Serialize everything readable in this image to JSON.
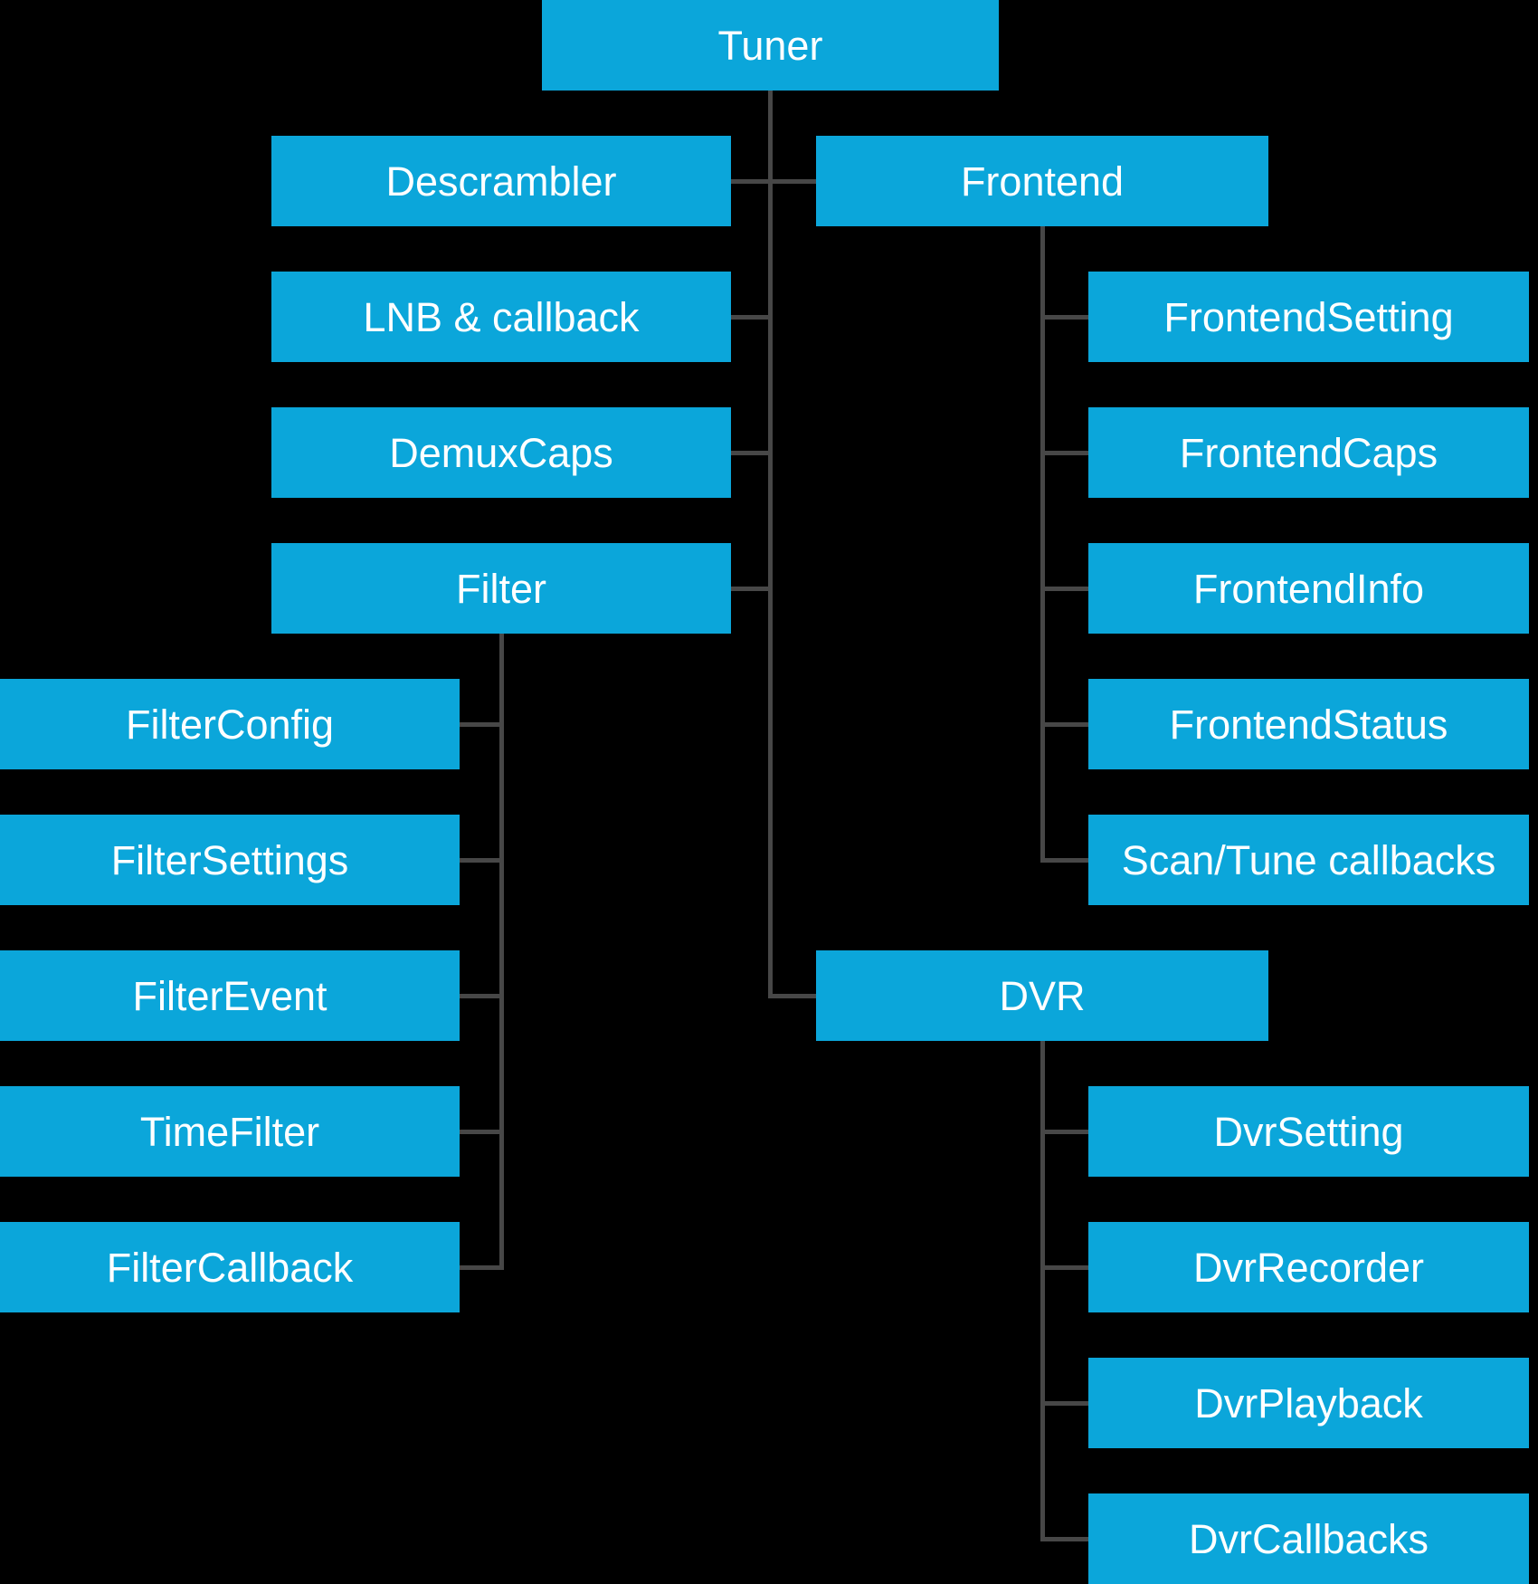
{
  "colors": {
    "box_fill": "#0ba6da",
    "box_text": "#ffffff",
    "connector": "#474747",
    "background": "#000000"
  },
  "diagram": {
    "nodes": [
      {
        "id": "tuner",
        "label": "Tuner"
      },
      {
        "id": "descrambler",
        "label": "Descrambler"
      },
      {
        "id": "lnb-callback",
        "label": "LNB & callback"
      },
      {
        "id": "demuxcaps",
        "label": "DemuxCaps"
      },
      {
        "id": "filter",
        "label": "Filter"
      },
      {
        "id": "filterconfig",
        "label": "FilterConfig"
      },
      {
        "id": "filtersettings",
        "label": "FilterSettings"
      },
      {
        "id": "filterevent",
        "label": "FilterEvent"
      },
      {
        "id": "timefilter",
        "label": "TimeFilter"
      },
      {
        "id": "filtercallback",
        "label": "FilterCallback"
      },
      {
        "id": "frontend",
        "label": "Frontend"
      },
      {
        "id": "frontendsetting",
        "label": "FrontendSetting"
      },
      {
        "id": "frontendcaps",
        "label": "FrontendCaps"
      },
      {
        "id": "frontendinfo",
        "label": "FrontendInfo"
      },
      {
        "id": "frontendstatus",
        "label": "FrontendStatus"
      },
      {
        "id": "scantune",
        "label": "Scan/Tune callbacks"
      },
      {
        "id": "dvr",
        "label": "DVR"
      },
      {
        "id": "dvrsetting",
        "label": "DvrSetting"
      },
      {
        "id": "dvrrecorder",
        "label": "DvrRecorder"
      },
      {
        "id": "dvrplayback",
        "label": "DvrPlayback"
      },
      {
        "id": "dvrcallbacks",
        "label": "DvrCallbacks"
      }
    ],
    "edges": [
      {
        "from": "Tuner",
        "to": "Descrambler"
      },
      {
        "from": "Tuner",
        "to": "LNB & callback"
      },
      {
        "from": "Tuner",
        "to": "DemuxCaps"
      },
      {
        "from": "Tuner",
        "to": "Filter"
      },
      {
        "from": "Tuner",
        "to": "Frontend"
      },
      {
        "from": "Tuner",
        "to": "DVR"
      },
      {
        "from": "Filter",
        "to": "FilterConfig"
      },
      {
        "from": "Filter",
        "to": "FilterSettings"
      },
      {
        "from": "Filter",
        "to": "FilterEvent"
      },
      {
        "from": "Filter",
        "to": "TimeFilter"
      },
      {
        "from": "Filter",
        "to": "FilterCallback"
      },
      {
        "from": "Frontend",
        "to": "FrontendSetting"
      },
      {
        "from": "Frontend",
        "to": "FrontendCaps"
      },
      {
        "from": "Frontend",
        "to": "FrontendInfo"
      },
      {
        "from": "Frontend",
        "to": "FrontendStatus"
      },
      {
        "from": "Frontend",
        "to": "Scan/Tune callbacks"
      },
      {
        "from": "DVR",
        "to": "DvrSetting"
      },
      {
        "from": "DVR",
        "to": "DvrRecorder"
      },
      {
        "from": "DVR",
        "to": "DvrPlayback"
      },
      {
        "from": "DVR",
        "to": "DvrCallbacks"
      }
    ]
  }
}
